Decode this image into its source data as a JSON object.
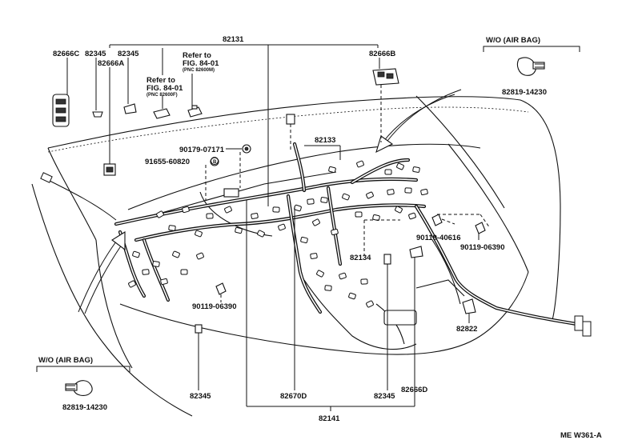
{
  "diagram": {
    "top_group_label": "82131",
    "bottom_group_label": "82141",
    "callouts": {
      "c82666C": "82666C",
      "c82345_a": "82345",
      "c82345_b": "82345",
      "c82666A": "82666A",
      "c82666B": "82666B",
      "c82133": "82133",
      "c82134": "82134",
      "c82822": "82822",
      "c82345_c": "82345",
      "c82670D": "82670D",
      "c82345_d": "82345",
      "c82666D": "82666D",
      "c90179": "90179-07171",
      "c91655": "91655-60820",
      "c90119_a": "90119-40616",
      "c90119_b": "90119-06390",
      "c90119_c": "90119-06390"
    },
    "refer_1": {
      "line1": "Refer to",
      "line2": "FIG. 84-01",
      "line3": "(PNC 82600F)"
    },
    "refer_2": {
      "line1": "Refer to",
      "line2": "FIG. 84-01",
      "line3": "(PNC 82600M)"
    },
    "airbag_top": {
      "heading": "W/O (AIR BAG)",
      "part": "82819-14230"
    },
    "airbag_bottom": {
      "heading": "W/O (AIR BAG)",
      "part": "82819-14230"
    },
    "bolt_marker": "B",
    "footer_code": "ME W361-A"
  }
}
